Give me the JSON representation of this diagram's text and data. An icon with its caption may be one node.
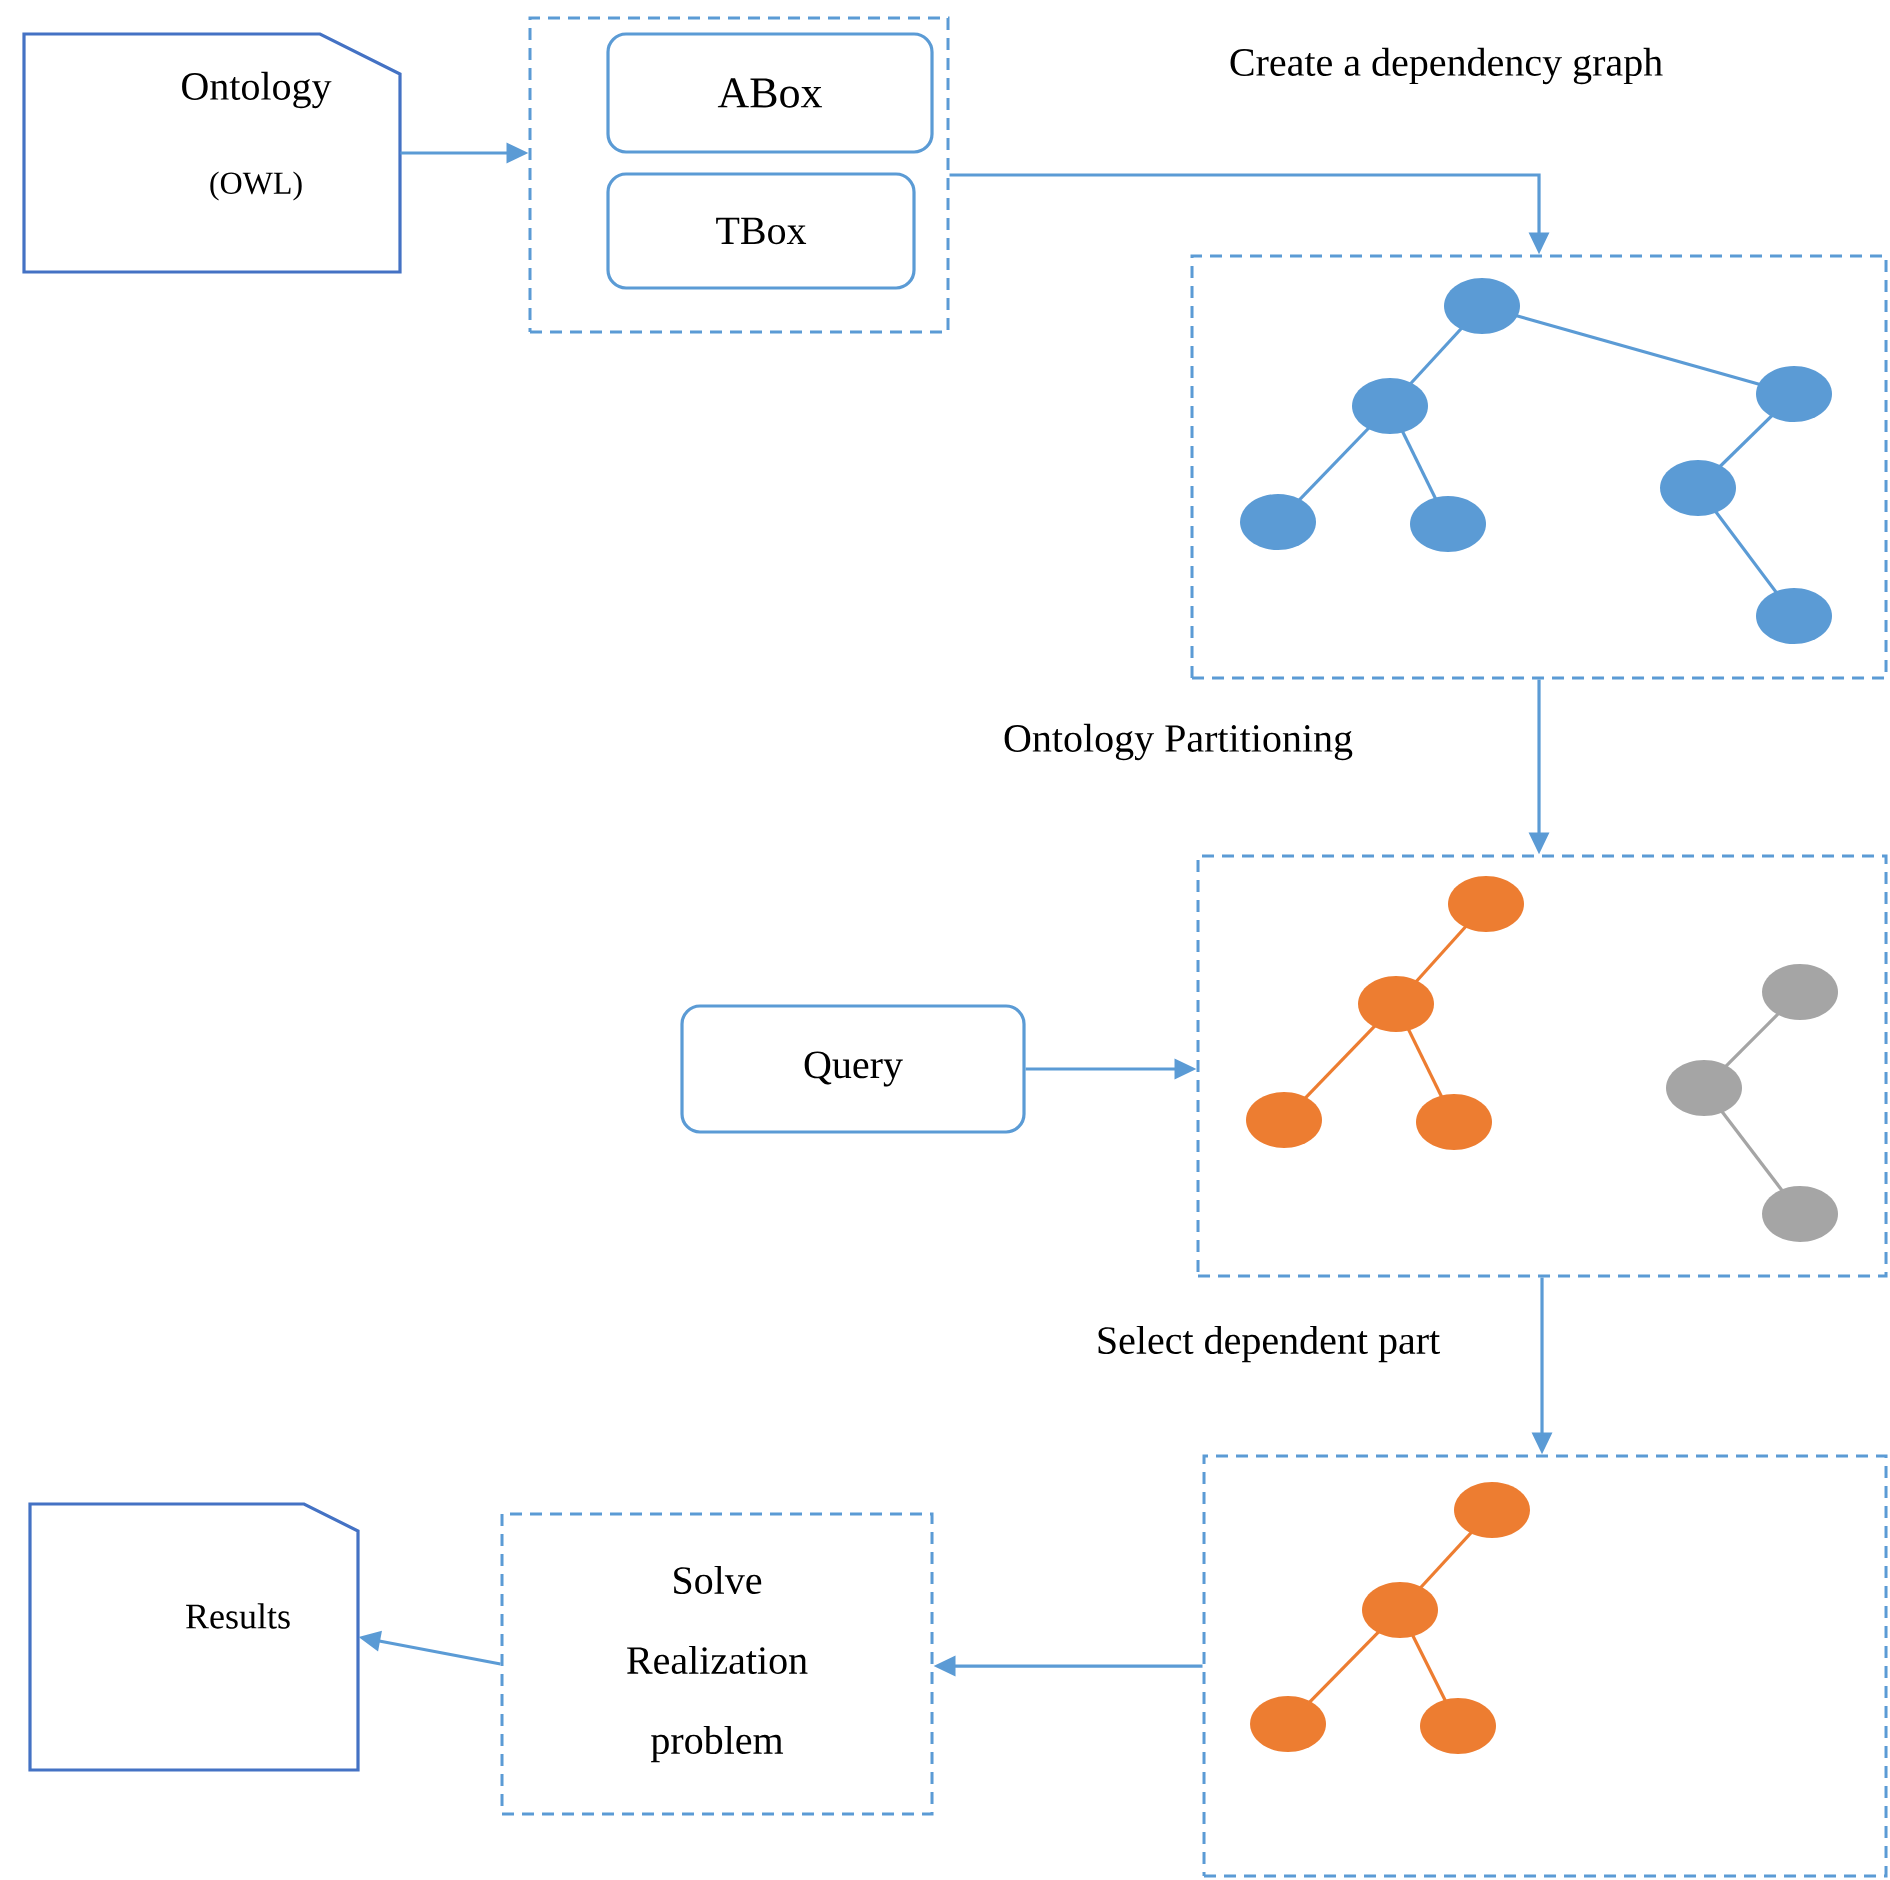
{
  "diagram": {
    "nodes": [
      {
        "text": [
          "Ontology",
          "(OWL)"
        ]
      },
      {
        "text": [],
        "shape": "box"
      },
      {
        "text": [
          "ABox"
        ],
        "in": 1
      },
      {
        "text": [
          "TBox"
        ],
        "in": 1
      },
      {
        "text": [],
        "shape": "box"
      },
      {
        "text": [],
        "shape": "box"
      },
      {
        "text": [
          "Query"
        ]
      },
      {
        "text": [],
        "shape": "box"
      },
      {
        "text": [
          "Solve Realization problem"
        ]
      },
      {
        "text": [
          "Results"
        ]
      }
    ],
    "edges": [
      {
        "from": 0,
        "to": 1,
        "arrow": "to"
      },
      {
        "from": 1,
        "to": 4,
        "arrow": "to",
        "label": "Create a dependency graph"
      },
      {
        "from": 4,
        "to": 5,
        "arrow": "to",
        "label": "Ontology Partitioning"
      },
      {
        "from": 6,
        "to": 5,
        "arrow": "to"
      },
      {
        "from": 5,
        "to": 7,
        "arrow": "to",
        "label": "Select dependent part"
      },
      {
        "from": 7,
        "to": 8,
        "arrow": "to"
      },
      {
        "from": 8,
        "to": 9,
        "arrow": "to"
      }
    ]
  }
}
